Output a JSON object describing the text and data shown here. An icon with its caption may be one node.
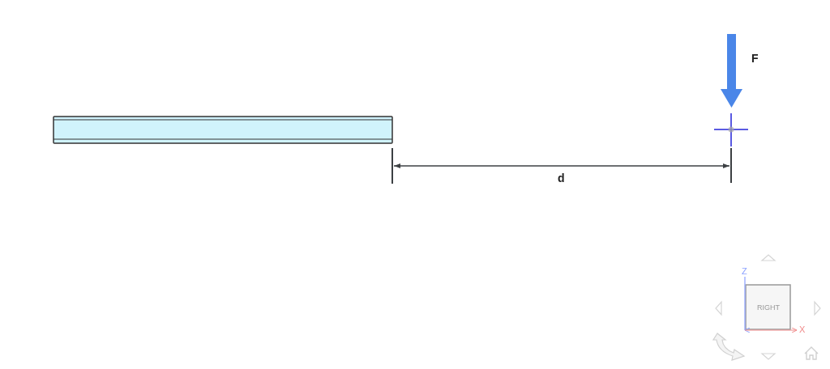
{
  "diagram": {
    "labels": [
      "F",
      "d",
      "Z",
      "RIGHT",
      "X"
    ]
  }
}
